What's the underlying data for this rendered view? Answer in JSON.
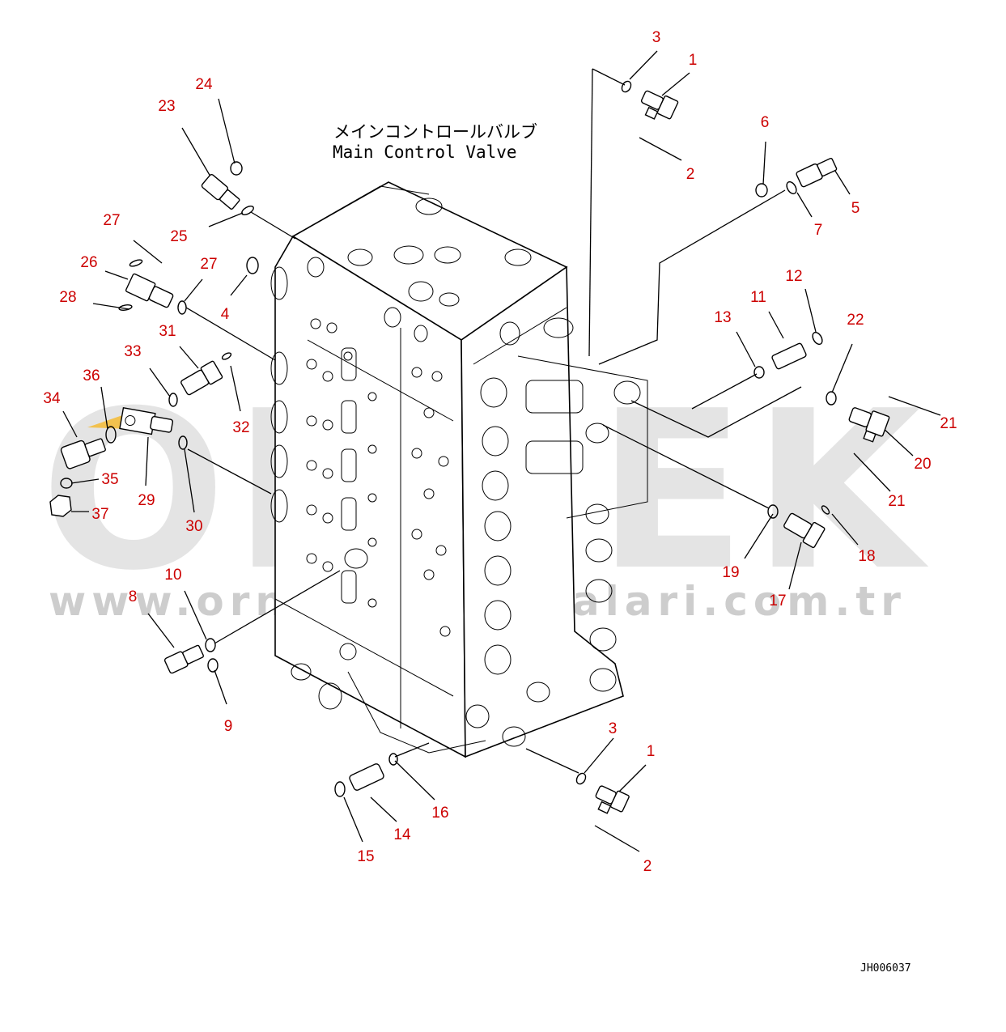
{
  "watermark": {
    "brand": "ORNEK",
    "url": "www.ornekismakinalari.com.tr"
  },
  "title": {
    "japanese": "メインコントロールバルブ",
    "english": "Main Control Valve"
  },
  "drawing_code": "JH006037",
  "colors": {
    "callout": "#cc0000",
    "line": "#000000",
    "watermark": "#cfcfcf",
    "watermark_accent": "#f2c14e"
  },
  "callouts": [
    "1",
    "2",
    "3",
    "6",
    "5",
    "7",
    "24",
    "23",
    "25",
    "27",
    "26",
    "28",
    "27",
    "4",
    "12",
    "11",
    "13",
    "22",
    "31",
    "33",
    "36",
    "32",
    "34",
    "21",
    "35",
    "29",
    "20",
    "37",
    "30",
    "21",
    "18",
    "19",
    "17",
    "10",
    "8",
    "9",
    "3",
    "1",
    "16",
    "14",
    "2",
    "15"
  ]
}
